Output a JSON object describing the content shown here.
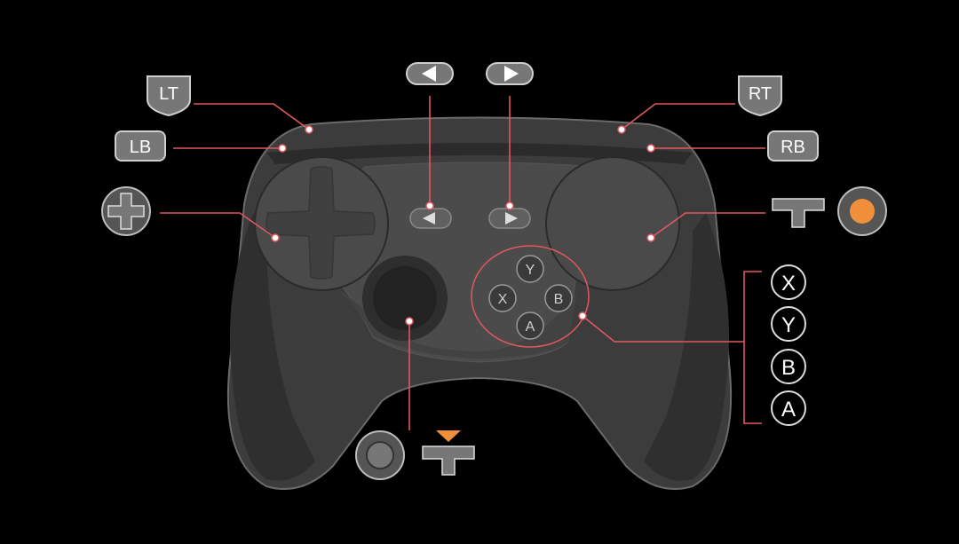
{
  "colors": {
    "background": "#000000",
    "callout_line": "#e0585e",
    "controller_body": "#3c3c3c",
    "controller_outline": "#6a6a6a",
    "icon_fill": "#777777",
    "icon_text": "#ffffff",
    "accent_orange": "#f0903a"
  },
  "labels": {
    "left_trigger": "LT",
    "right_trigger": "RT",
    "left_bumper": "LB",
    "right_bumper": "RB"
  },
  "controller_face": {
    "y": "Y",
    "x": "X",
    "b": "B",
    "a": "A"
  },
  "face_legend": [
    "X",
    "Y",
    "B",
    "A"
  ],
  "icons": {
    "back_button": "triangle-left-icon",
    "start_button": "triangle-right-icon",
    "left_pad": "dpad-icon",
    "right_pad": "trackpad-press-icon",
    "right_pad_touch": "orange-touch-icon",
    "joystick": "joystick-icon",
    "joystick_click": "joystick-press-icon"
  }
}
